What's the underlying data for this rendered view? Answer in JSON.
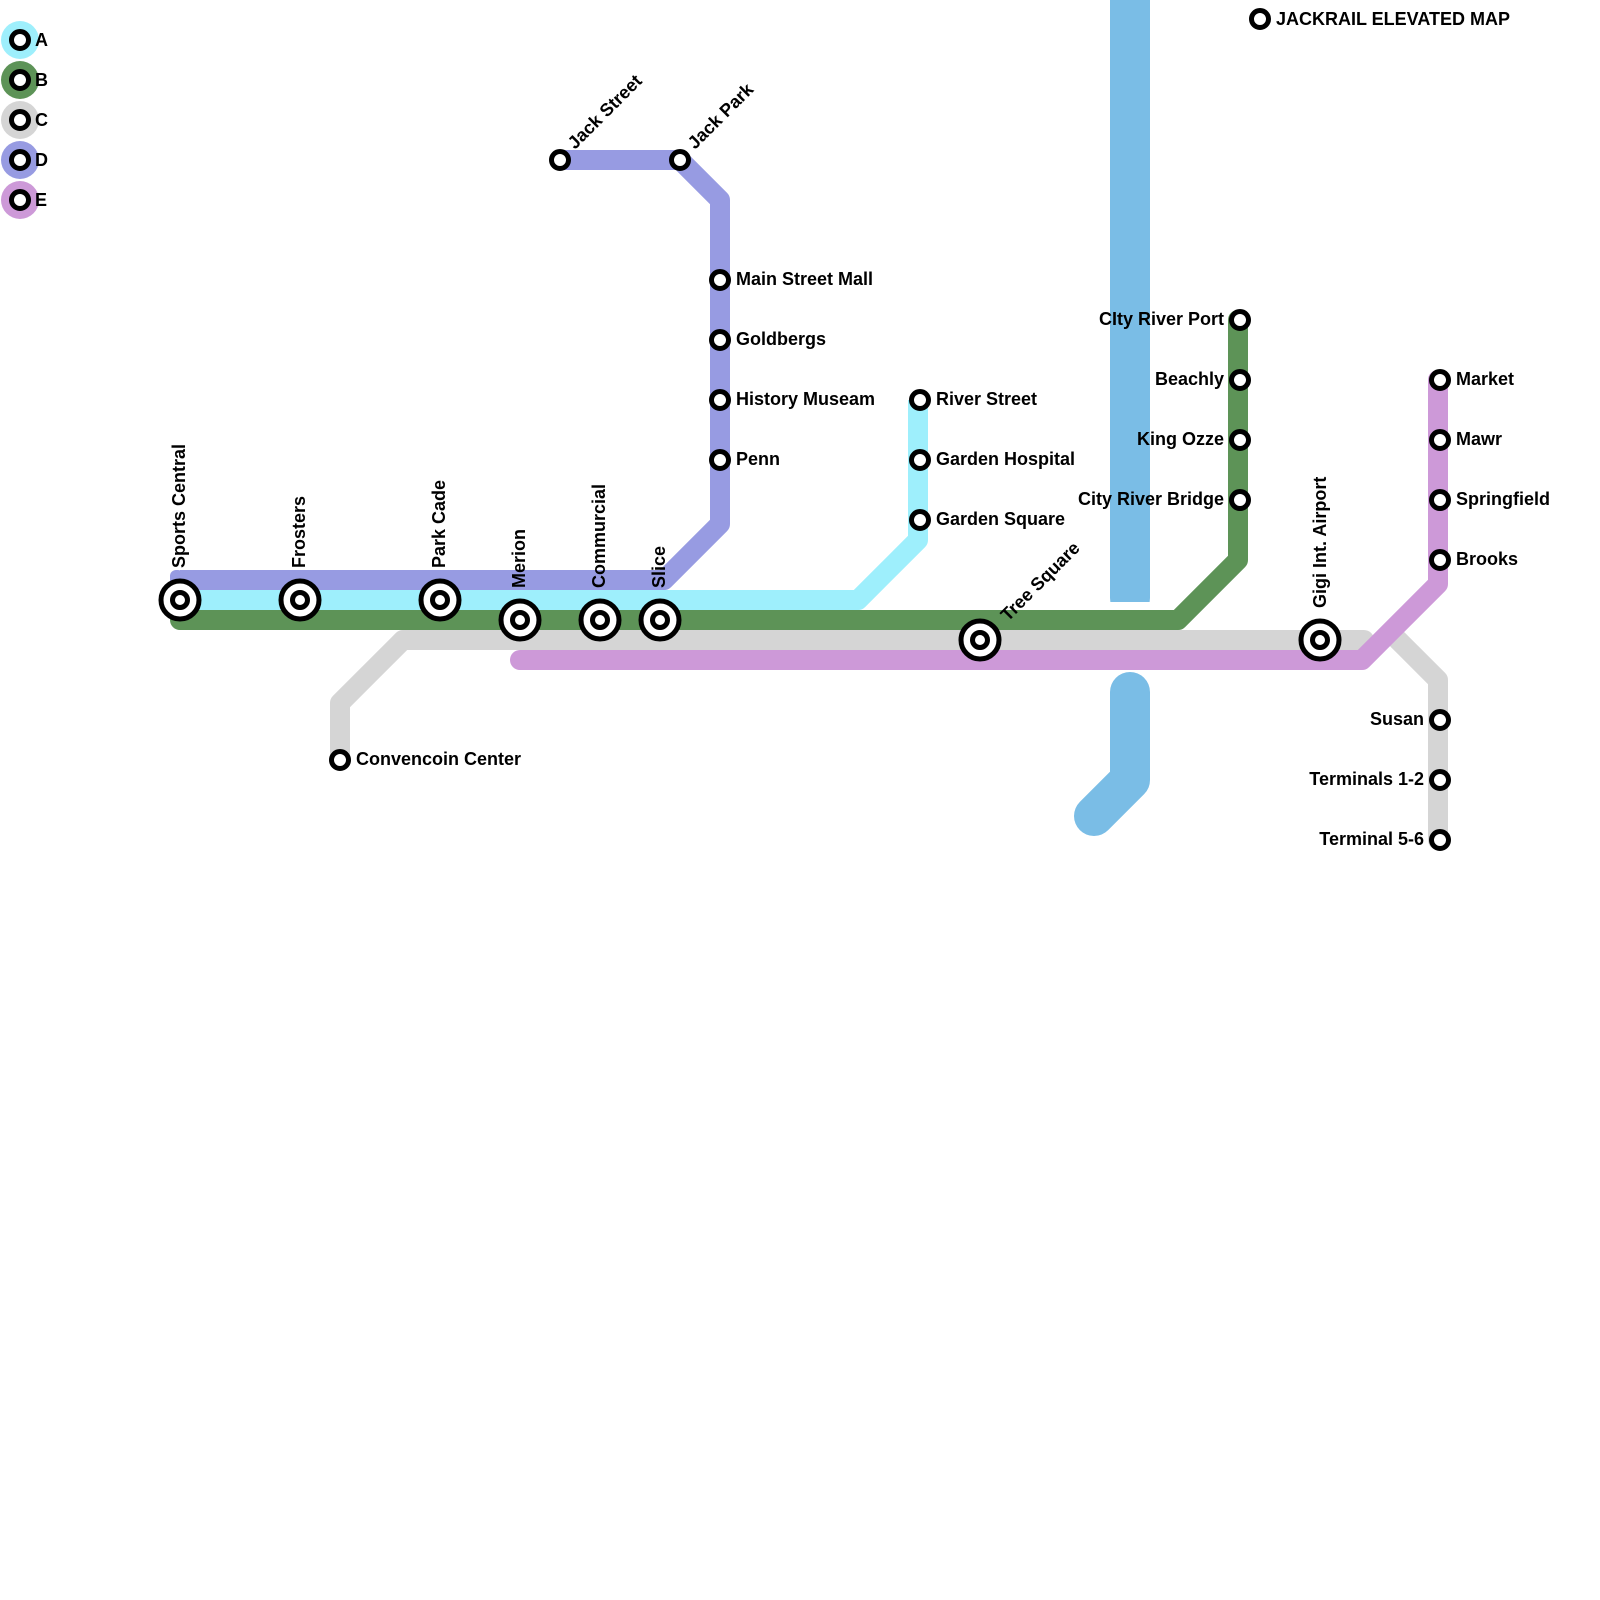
{
  "title": "JACKRAIL ELEVATED MAP",
  "legend": [
    {
      "line": "A",
      "label": "A",
      "color": "#9eeffc"
    },
    {
      "line": "B",
      "label": "B",
      "color": "#5d9357"
    },
    {
      "line": "C",
      "label": "C",
      "color": "#d5d5d5"
    },
    {
      "line": "D",
      "label": "D",
      "color": "#979be2"
    },
    {
      "line": "E",
      "label": "E",
      "color": "#cd99d8"
    }
  ],
  "river": {
    "name": "river",
    "color": "#7abde6"
  },
  "lines": {
    "A": {
      "stations": [
        "Sports Central",
        "Frosters",
        "Park Cade",
        "Merion",
        "Commurcial",
        "Slice",
        "Garden Square",
        "Garden Hospital",
        "River Street"
      ]
    },
    "B": {
      "stations": [
        "Sports Central",
        "Frosters",
        "Park Cade",
        "Merion",
        "Commurcial",
        "Slice",
        "Tree Square",
        "City River Bridge",
        "King Ozze",
        "Beachly",
        "CIty River Port"
      ]
    },
    "C": {
      "stations": [
        "Convencoin Center",
        "Merion",
        "Commurcial",
        "Slice",
        "Tree Square",
        "Gigi Int. Airport",
        "Susan",
        "Terminals 1-2",
        "Terminal 5-6"
      ]
    },
    "D": {
      "stations": [
        "Jack Street",
        "Jack Park",
        "Main Street Mall",
        "Goldbergs",
        "History Museam",
        "Penn",
        "Slice",
        "Commurcial",
        "Merion",
        "Park Cade",
        "Frosters",
        "Sports Central"
      ]
    },
    "E": {
      "stations": [
        "Merion",
        "Commurcial",
        "Slice",
        "Tree Square",
        "Gigi Int. Airport",
        "Brooks",
        "Springfield",
        "Mawr",
        "Market"
      ]
    }
  },
  "stations": {
    "sports_central": "Sports Central",
    "frosters": "Frosters",
    "park_cade": "Park Cade",
    "merion": "Merion",
    "commurcial": "Commurcial",
    "slice": "Slice",
    "jack_street": "Jack Street",
    "jack_park": "Jack Park",
    "main_street_mall": "Main Street Mall",
    "goldbergs": "Goldbergs",
    "history_museam": "History Museam",
    "penn": "Penn",
    "river_street": "River Street",
    "garden_hospital": "Garden Hospital",
    "garden_square": "Garden Square",
    "tree_square": "Tree Square",
    "city_river_port": "CIty River Port",
    "beachly": "Beachly",
    "king_ozze": "King Ozze",
    "city_river_bridge": "City River Bridge",
    "gigi_airport": "Gigi Int. Airport",
    "market": "Market",
    "mawr": "Mawr",
    "springfield": "Springfield",
    "brooks": "Brooks",
    "convencoin_center": "Convencoin Center",
    "susan": "Susan",
    "terminals_1_2": "Terminals 1-2",
    "terminal_5_6": "Terminal 5-6"
  }
}
